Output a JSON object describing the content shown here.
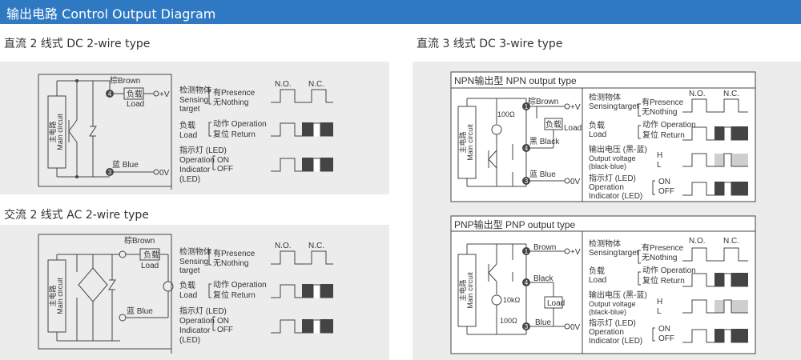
{
  "header": {
    "title": "输出电路 Control Output Diagram"
  },
  "dc2": {
    "title": "直流 2 线式 DC 2-wire type"
  },
  "ac2": {
    "title": "交流 2 线式 AC 2-wire type"
  },
  "dc3": {
    "title": "直流 3 线式 DC 3-wire type"
  },
  "main_circuit_cn": "主电路",
  "main_circuit_en": "Main circuit",
  "load_cn": "负载",
  "load_en": "Load",
  "load_box_en": "Load",
  "brown_cn": "棕Brown",
  "blue_cn": "蓝 Blue",
  "black_cn": "黑 Black",
  "brown_en": "Brown",
  "blue_en": "Blue",
  "black_en": "Black",
  "plus_v": "+V",
  "zero_v": "0V",
  "pin4": "4",
  "pin3": "3",
  "pin1": "1",
  "res100": "100Ω",
  "res10k": "10kΩ",
  "no": "N.O.",
  "nc": "N.C.",
  "rows": {
    "sensing_cn": "检测物体",
    "sensing_en1": "Sensing",
    "sensing_en2": "target",
    "presence": "有Presence",
    "nothing": "无Nothing",
    "load_cn": "负载",
    "load_en": "Load",
    "operation": "动作 Operation",
    "return": "复位 Return",
    "ind_cn": "指示灯 (LED)",
    "ind_op": "Operation",
    "ind_ind": "Indicator",
    "ind_led": "(LED)",
    "on": "ON",
    "off": "OFF",
    "voltage_cn": "输出电压 (黑-蓝)",
    "voltage_en1": "Output voltage",
    "voltage_en2": "(black-blue)",
    "h": "H",
    "l": "L",
    "ind3_cn": "指示灯 (LED)",
    "ind3_op": "Operation",
    "ind3_ind": "Indicator (LED)"
  },
  "npn": {
    "title": "NPN输出型  NPN output type"
  },
  "pnp": {
    "title": "PNP输出型  PNP output type"
  },
  "colors": {
    "header": "#2f79c2",
    "panel": "#ececec",
    "grey_wave": "#cfcfcf"
  }
}
